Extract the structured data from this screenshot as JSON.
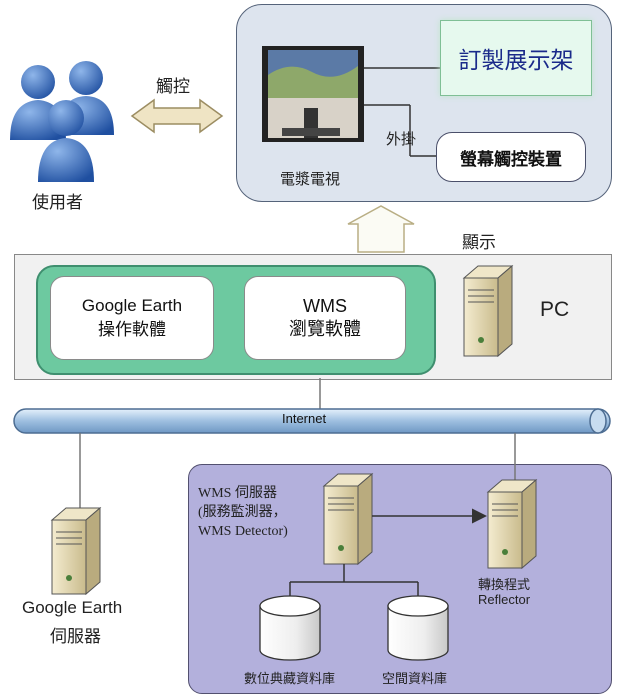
{
  "users": {
    "label": "使用者"
  },
  "arrow": {
    "label": "觸控"
  },
  "display": {
    "tv_label": "電漿電視",
    "banner_label": "訂製展示架",
    "plugin_label": "外掛",
    "touch_label": "螢幕觸控裝置"
  },
  "show_label": "顯示",
  "pc": {
    "label": "PC",
    "software": [
      {
        "line1": "Google Earth",
        "line2": "操作軟體"
      },
      {
        "line1": "WMS",
        "line2": "瀏覽軟體"
      }
    ]
  },
  "network": {
    "label": "Internet"
  },
  "google_earth_server": {
    "line1": "Google Earth",
    "line2": "伺服器"
  },
  "server_group": {
    "wms_server": {
      "line1": "WMS 伺服器",
      "line2": "(服務監測器，",
      "line3": "WMS Detector)"
    },
    "reflector": {
      "line1": "轉換程式",
      "line2": "Reflector"
    },
    "databases": [
      {
        "label": "數位典藏資料庫"
      },
      {
        "label": "空間資料庫"
      }
    ]
  },
  "colors": {
    "user_blue": "#2f66b9",
    "software_group_green": "#6dc9a0",
    "server_panel_purple": "#b3b0dc",
    "network_bus_blue": "#a9c6e4"
  }
}
